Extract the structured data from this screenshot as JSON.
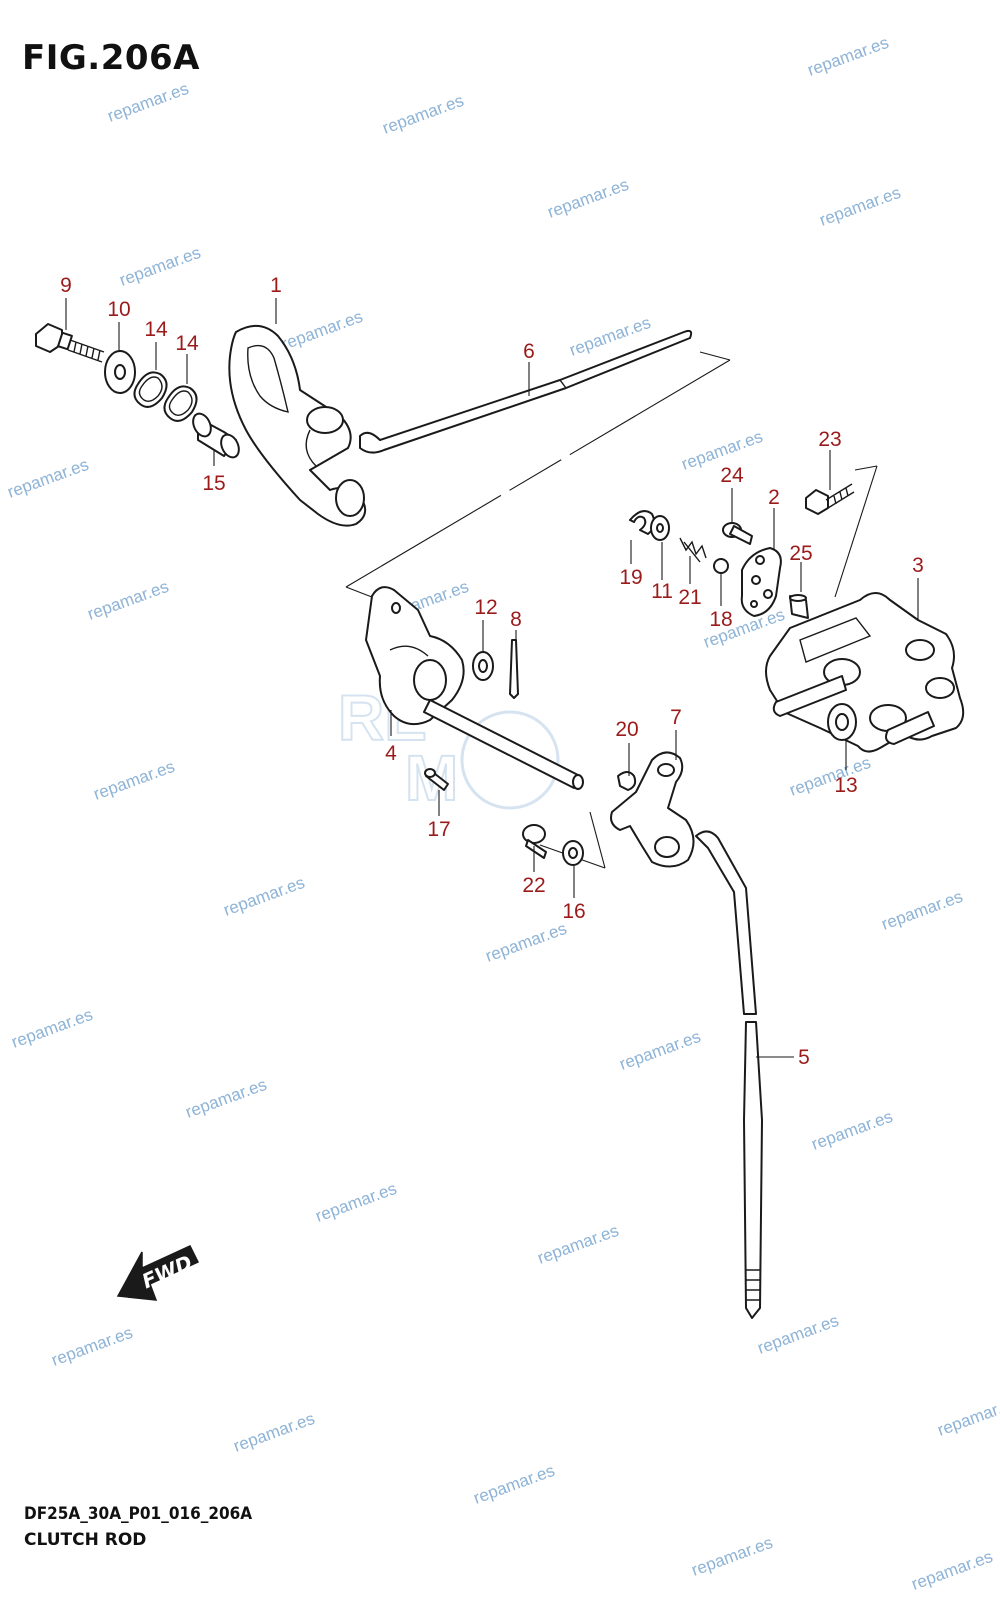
{
  "figure": {
    "title": "FIG.206A",
    "model_code": "DF25A_30A_P01_016_206A",
    "name": "CLUTCH ROD"
  },
  "watermark": "repamar.es",
  "fwd_label": "FWD",
  "callouts": [
    "1",
    "2",
    "3",
    "4",
    "5",
    "6",
    "7",
    "8",
    "9",
    "10",
    "11",
    "12",
    "13",
    "14",
    "14",
    "15",
    "16",
    "17",
    "18",
    "19",
    "20",
    "21",
    "22",
    "23",
    "24",
    "25"
  ],
  "colors": {
    "callout": "#9b1b1b",
    "watermark": "#7aa6cf",
    "linework": "#1a1a1a"
  }
}
